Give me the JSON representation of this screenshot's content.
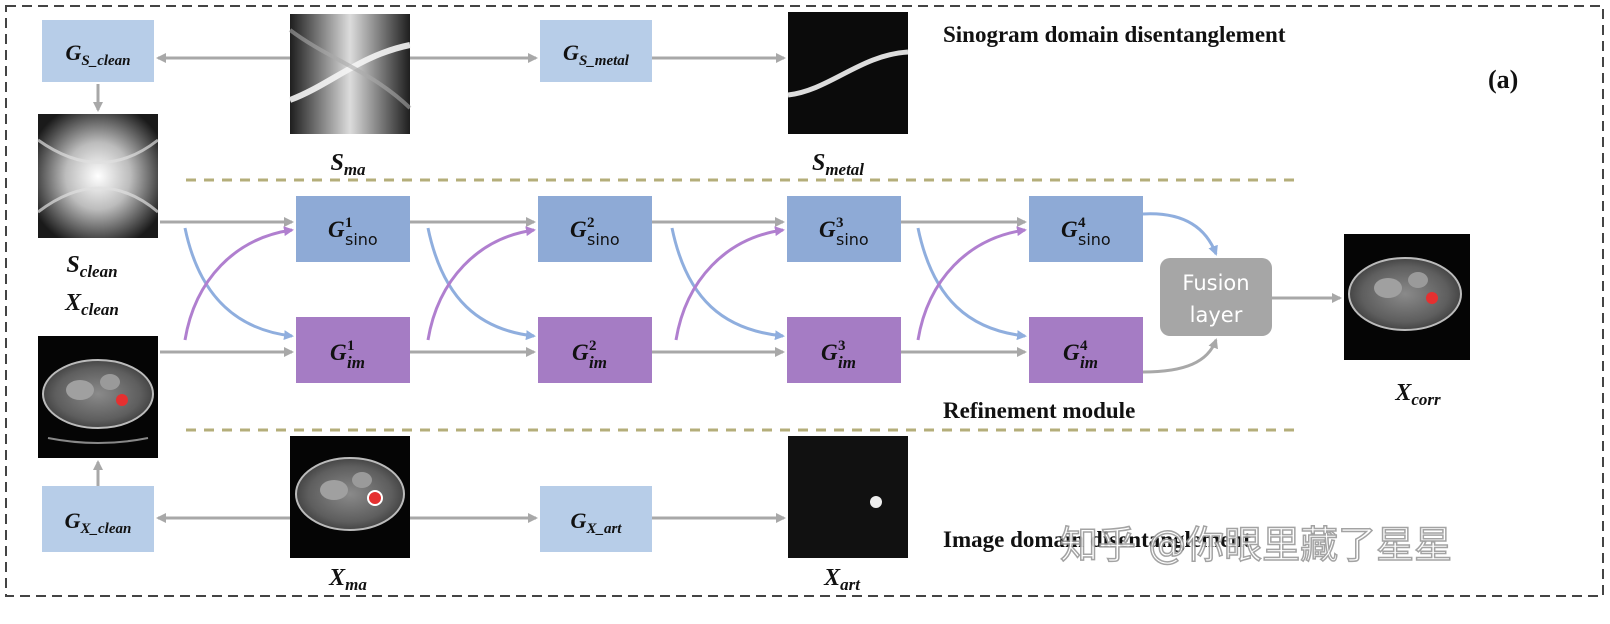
{
  "panel_label": "(a)",
  "sections": {
    "sinogram": "Sinogram domain disentanglement",
    "refinement": "Refinement module",
    "image": "Image domain disentanglement"
  },
  "generators": {
    "s_clean": {
      "main": "G",
      "sub": "S_clean"
    },
    "s_metal": {
      "main": "G",
      "sub": "S_metal"
    },
    "x_clean": {
      "main": "G",
      "sub": "X_clean"
    },
    "x_art": {
      "main": "G",
      "sub": "X_art"
    }
  },
  "refine_sino": [
    {
      "main": "G",
      "sup": "1",
      "sub": "sino"
    },
    {
      "main": "G",
      "sup": "2",
      "sub": "sino"
    },
    {
      "main": "G",
      "sup": "3",
      "sub": "sino"
    },
    {
      "main": "G",
      "sup": "4",
      "sub": "sino"
    }
  ],
  "refine_im": [
    {
      "main": "G",
      "sup": "1",
      "sub": "im"
    },
    {
      "main": "G",
      "sup": "2",
      "sub": "im"
    },
    {
      "main": "G",
      "sup": "3",
      "sub": "im"
    },
    {
      "main": "G",
      "sup": "4",
      "sub": "im"
    }
  ],
  "fusion": {
    "line1": "Fusion",
    "line2": "layer"
  },
  "image_labels": {
    "s_ma": {
      "main": "S",
      "sub": "ma"
    },
    "s_metal": {
      "main": "S",
      "sub": "metal"
    },
    "s_clean": {
      "main": "S",
      "sub": "clean"
    },
    "x_clean": {
      "main": "X",
      "sub": "clean"
    },
    "x_ma": {
      "main": "X",
      "sub": "ma"
    },
    "x_art": {
      "main": "X",
      "sub": "art"
    },
    "x_corr": {
      "main": "X",
      "sub": "corr"
    }
  },
  "watermark": "知乎 @你眼里藏了星星",
  "colors": {
    "light_blue": "#b7cde8",
    "mid_blue": "#8eaad6",
    "purple": "#a57cc4",
    "fusion_gray": "#a6a6a6",
    "arrow_gray": "#a8a8a8",
    "arrow_blue": "#8faede",
    "arrow_purple": "#b07fcf",
    "dash_olive": "#b4ae7a"
  }
}
